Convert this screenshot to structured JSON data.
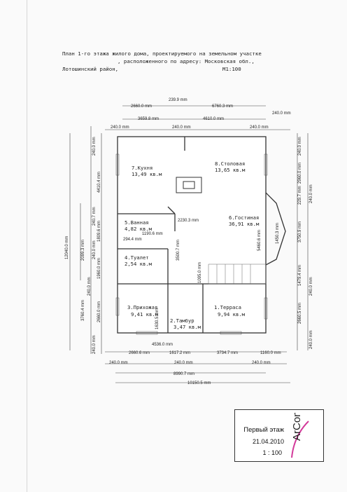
{
  "header": {
    "line1": "План 1-го этажа жилого дома, проектируемого на земельном участке",
    "line2": ", расположенного по адресу: Московская обл.,",
    "line3": "Лотошинский район,",
    "scale": "М1:100"
  },
  "rooms": [
    {
      "name": "7.Кухня",
      "area": "13,49 кв.м"
    },
    {
      "name": "8.Столовая",
      "area": "13,65 кв.м"
    },
    {
      "name": "5.Ванная",
      "area": "4,82 кв.м"
    },
    {
      "name": "6.Гостиная",
      "area": "36,91 кв.м"
    },
    {
      "name": "4.Туалет",
      "area": "2,54 кв.м"
    },
    {
      "name": "3.Прихожая",
      "area": "9,41 кв.м"
    },
    {
      "name": "2.Тамбур",
      "area": "3,47 кв.м"
    },
    {
      "name": "1.Терраса",
      "area": "9,94 кв.м"
    }
  ],
  "dims": {
    "top": [
      "239.9 mm",
      "2660.0 mm",
      "6760.3 mm",
      "3659.8 mm",
      "4610.0 mm",
      "240.0 mm",
      "240.0 mm",
      "240.0 mm"
    ],
    "bottom": [
      "4536.0 mm",
      "2660.6 mm",
      "1617.2 mm",
      "3734.7 mm",
      "1160.0 mm",
      "240.0 mm",
      "240.0 mm",
      "240.0 mm",
      "8990.7 mm",
      "10150.5 mm"
    ],
    "left": [
      "240.0 mm",
      "4410.4 mm",
      "240.7 mm",
      "1809.6 mm",
      "12040.0 mm",
      "2099.3 mm",
      "240.0 mm",
      "1960.0 mm",
      "240.0 mm",
      "3760.4 mm",
      "2660.0 mm",
      "240.0 mm"
    ],
    "right": [
      "240.0 mm",
      "2960.0 mm",
      "229.7 mm",
      "240.0 mm",
      "3750.9 mm",
      "1479.4 mm",
      "240.0 mm",
      "2660.5 mm",
      "240.0 mm"
    ],
    "inner": [
      "2230.3 mm",
      "1190.6 mm",
      "294.4 mm",
      "3500.7 mm",
      "1095.0 mm",
      "1450.3 mm",
      "5460.6 mm",
      "1630.5 mm"
    ]
  },
  "stamp": {
    "title": "Первый этаж",
    "date": "21.04.2010",
    "scale": "1 : 100",
    "logo": "ArCon"
  }
}
